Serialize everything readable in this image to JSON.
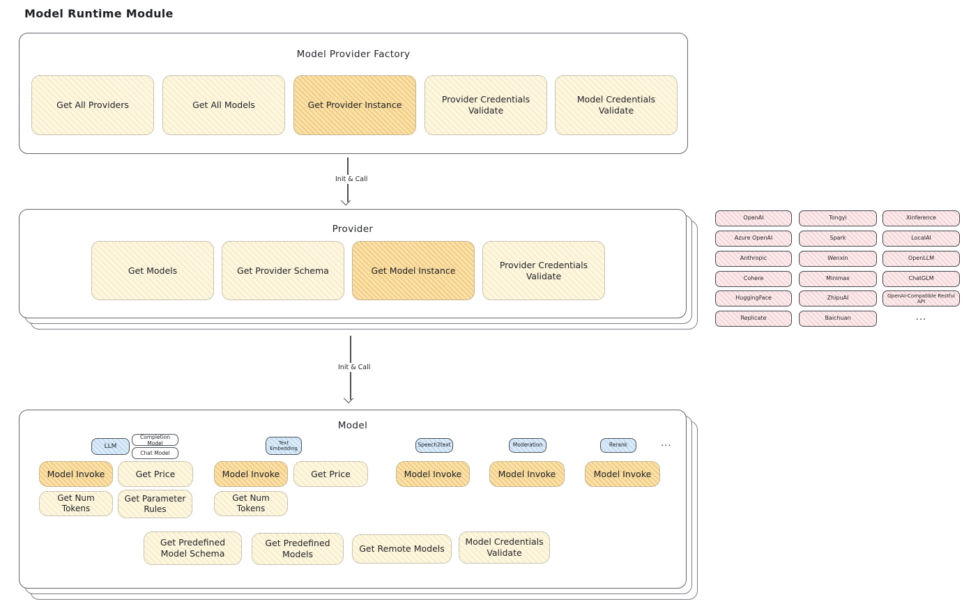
{
  "page": {
    "title": "Model Runtime Module"
  },
  "factory": {
    "title": "Model Provider Factory",
    "buttons": [
      {
        "label": "Get All Providers",
        "highlight": false
      },
      {
        "label": "Get All Models",
        "highlight": false
      },
      {
        "label": "Get Provider Instance",
        "highlight": true
      },
      {
        "label": "Provider Credentials Validate",
        "highlight": false
      },
      {
        "label": "Model Credentials Validate",
        "highlight": false
      }
    ]
  },
  "arrows": {
    "factory_to_provider": "Init & Call",
    "provider_to_model": "Init & Call"
  },
  "provider": {
    "title": "Provider",
    "buttons": [
      {
        "label": "Get Models",
        "highlight": false
      },
      {
        "label": "Get Provider Schema",
        "highlight": false
      },
      {
        "label": "Get Model Instance",
        "highlight": true
      },
      {
        "label": "Provider Credentials Validate",
        "highlight": false
      }
    ]
  },
  "provider_list": {
    "columns": [
      [
        "OpenAI",
        "Azure OpenAI",
        "Anthropic",
        "Cohere",
        "HuggingFace",
        "Replicate"
      ],
      [
        "Tongyi",
        "Spark",
        "Wenxin",
        "Minimax",
        "ZhipuAI",
        "Baichuan"
      ],
      [
        "Xinference",
        "LocalAI",
        "OpenLLM",
        "ChatGLM",
        "OpenAI-Compatible Restful API"
      ]
    ],
    "more": "..."
  },
  "model": {
    "title": "Model",
    "tabs": [
      {
        "label": "LLM",
        "style": "blue"
      },
      {
        "label": "Completion Model",
        "style": "white"
      },
      {
        "label": "Chat Model",
        "style": "white"
      },
      {
        "label": "Text Embedding",
        "style": "blue"
      },
      {
        "label": "Speech2text",
        "style": "blue"
      },
      {
        "label": "Moderation",
        "style": "blue"
      },
      {
        "label": "Rerank",
        "style": "blue"
      }
    ],
    "tabs_more": "...",
    "functions": [
      {
        "label": "Model Invoke",
        "highlight": true
      },
      {
        "label": "Get Price",
        "highlight": false
      },
      {
        "label": "Model Invoke",
        "highlight": true
      },
      {
        "label": "Get Price",
        "highlight": false
      },
      {
        "label": "Model Invoke",
        "highlight": true
      },
      {
        "label": "Model Invoke",
        "highlight": true
      },
      {
        "label": "Model Invoke",
        "highlight": true
      },
      {
        "label": "Get Num Tokens",
        "highlight": false
      },
      {
        "label": "Get Parameter Rules",
        "highlight": false
      },
      {
        "label": "Get Num Tokens",
        "highlight": false
      },
      {
        "label": "Get Predefined Model Schema",
        "highlight": false
      },
      {
        "label": "Get Predefined Models",
        "highlight": false
      },
      {
        "label": "Get Remote Models",
        "highlight": false
      },
      {
        "label": "Model Credentials Validate",
        "highlight": false
      }
    ]
  },
  "colors": {
    "box_cream": "#fdf7e1",
    "box_highlight": "#f9e2ab",
    "tab_blue": "#dcecf9",
    "chip_pink": "#fcebec",
    "ink": "#1d2025"
  }
}
